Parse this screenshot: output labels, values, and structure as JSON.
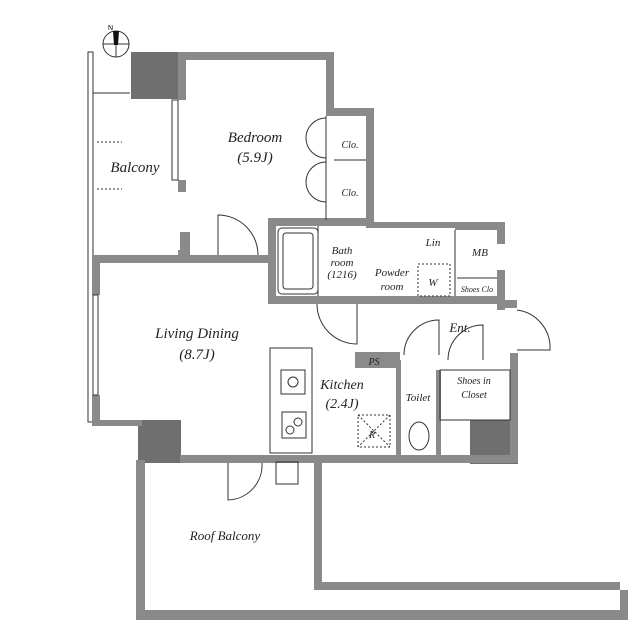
{
  "compass": {
    "north_label": "N"
  },
  "rooms": {
    "bedroom": {
      "name": "Bedroom",
      "size": "(5.9J)"
    },
    "balcony": {
      "name": "Balcony"
    },
    "closet_1": {
      "name": "Clo."
    },
    "closet_2": {
      "name": "Clo."
    },
    "bathroom": {
      "name_line1": "Bath",
      "name_line2": "room",
      "size": "(1216)"
    },
    "powder_room": {
      "name_line1": "Powder",
      "name_line2": "room"
    },
    "linen": {
      "name": "Lin"
    },
    "meter_box": {
      "name": "MB"
    },
    "washer": {
      "name": "W"
    },
    "shoes_closet_small": {
      "name": "Shoes Clo"
    },
    "entrance": {
      "name": "Ent."
    },
    "living_dining": {
      "name": "Living Dining",
      "size": "(8.7J)"
    },
    "pipe_space": {
      "name": "PS"
    },
    "kitchen": {
      "name": "Kitchen",
      "size": "(2.4J)"
    },
    "fridge": {
      "name": "R"
    },
    "toilet": {
      "name": "Toilet"
    },
    "shoes_in_closet": {
      "name_line1": "Shoes in",
      "name_line2": "Closet"
    },
    "roof_balcony": {
      "name": "Roof Balcony"
    }
  }
}
